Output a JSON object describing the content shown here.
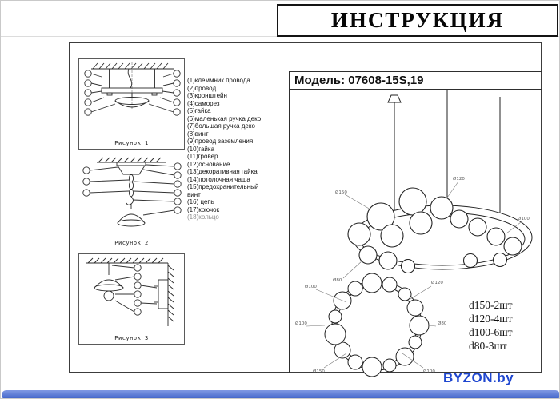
{
  "header": {
    "title": "ИНСТРУКЦИЯ"
  },
  "panel": {
    "model_label": "Модель: 07608-15S,19"
  },
  "figures": [
    {
      "caption": "Рисунок 1"
    },
    {
      "caption": "Рисунок 2"
    },
    {
      "caption": "Рисунок 3"
    }
  ],
  "parts": [
    "(1)клеммник провода",
    "(2)провод",
    "(3)кронштейн",
    "(4)саморез",
    "(5)гайка",
    "(6)маленькая ручка деко",
    "(7)большая ручка деко",
    "(8)винт",
    "(9)провод заземления",
    "(10)гайка",
    "(11)гровер",
    "(12)основание",
    "(13)декоративная гайка",
    "(14)потолочная чаша",
    "(15)предохранительный винт",
    "(16) цепь",
    "(17)крючок",
    "(18)кольцо"
  ],
  "specs": [
    "d150-2шт",
    "d120-4шт",
    "d100-6шт",
    "d80-3шт"
  ],
  "annotations": [
    "Ø150",
    "Ø120",
    "Ø100",
    "Ø80",
    "Ø100",
    "Ø120",
    "Ø100",
    "Ø80",
    "Ø150",
    "Ø100"
  ],
  "footer": {
    "brand": "BYZON.by"
  },
  "colors": {
    "accent_blue": "#1f47d0",
    "bar_blue": "#3a5ec6"
  }
}
